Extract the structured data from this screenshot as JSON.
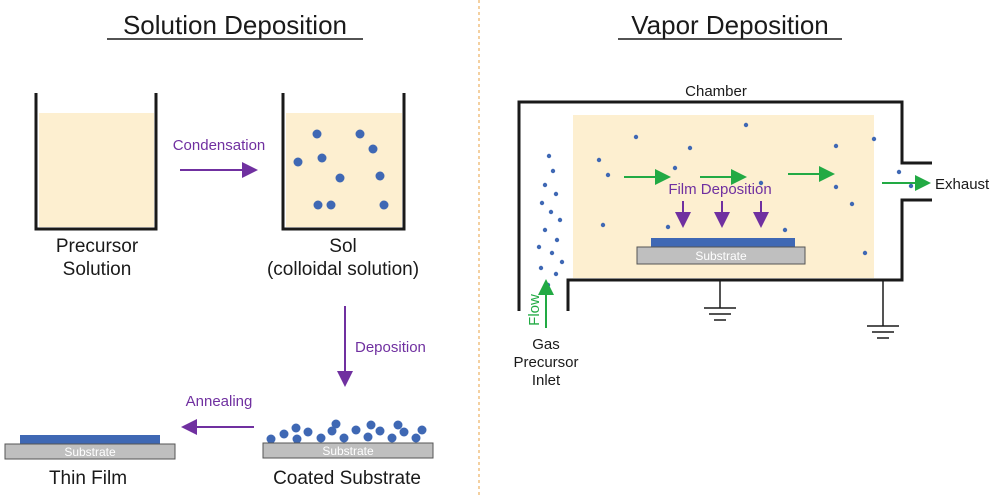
{
  "titles": {
    "solution": "Solution Deposition",
    "vapor": "Vapor Deposition"
  },
  "solution": {
    "precursor_line1": "Precursor",
    "precursor_line2": "Solution",
    "condensation": "Condensation",
    "sol_line1": "Sol",
    "sol_line2": "(colloidal solution)",
    "deposition": "Deposition",
    "annealing": "Annealing",
    "coated_substrate": "Coated Substrate",
    "thin_film": "Thin Film",
    "substrate": "Substrate"
  },
  "vapor": {
    "chamber": "Chamber",
    "exhaust": "Exhaust",
    "film_deposition": "Film Deposition",
    "substrate": "Substrate",
    "flow": "Flow",
    "inlet_line1": "Gas",
    "inlet_line2": "Precursor",
    "inlet_line3": "Inlet"
  },
  "colors": {
    "liquid": "#fdefd0",
    "particle": "#3f68b4",
    "arrow_purple": "#7030a0",
    "arrow_green": "#22aa44",
    "substrate": "#bfbfbf",
    "divider": "#f0c080"
  }
}
